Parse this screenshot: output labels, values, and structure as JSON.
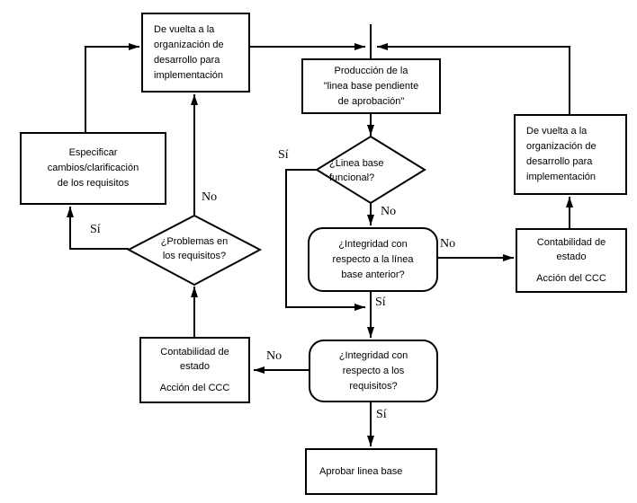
{
  "colors": {
    "line": "#000000",
    "background": "#ffffff"
  },
  "nodes": {
    "back_to_dev_top_left": {
      "type": "process",
      "lines": [
        "De vuelta a la",
        "organización de",
        "desarrollo para",
        "implementación"
      ]
    },
    "production_pending_baseline": {
      "type": "process",
      "lines": [
        "Producción de la",
        "\"linea base pendiente",
        "de aprobación\""
      ]
    },
    "back_to_dev_right": {
      "type": "process",
      "lines": [
        "De vuelta a la",
        "organización de",
        "desarrollo para",
        "implementación"
      ]
    },
    "specify_changes": {
      "type": "process",
      "lines": [
        "Especificar",
        "cambios/clarificación",
        "de los requisitos"
      ]
    },
    "functional_baseline_decision": {
      "type": "decision",
      "lines": [
        "¿Linea base",
        "funcional?"
      ]
    },
    "problems_requirements_decision": {
      "type": "decision",
      "lines": [
        "¿Problemas en",
        "los requisitos?"
      ]
    },
    "integrity_previous_baseline": {
      "type": "decision-rounded",
      "lines": [
        "¿Integridad con",
        "respecto a la línea",
        "base anterior?"
      ]
    },
    "status_accounting_right": {
      "type": "process",
      "lines": [
        "Contabilidad de",
        "estado",
        "",
        "Acción del CCC"
      ]
    },
    "integrity_requirements": {
      "type": "decision-rounded",
      "lines": [
        "¿Integridad con",
        "respecto a los",
        "requisitos?"
      ]
    },
    "status_accounting_left": {
      "type": "process",
      "lines": [
        "Contabilidad de",
        "estado",
        "",
        "Acción del CCC"
      ]
    },
    "approve_baseline": {
      "type": "process",
      "lines": [
        "Aprobar linea base"
      ]
    }
  },
  "labels": {
    "no_problems": "No",
    "yes_problems": "Sí",
    "yes_functional": "Sí",
    "no_functional": "No",
    "no_integrity_previous": "No",
    "yes_integrity_previous": "Sí",
    "no_integrity_requirements": "No",
    "yes_integrity_requirements": "Sí"
  }
}
